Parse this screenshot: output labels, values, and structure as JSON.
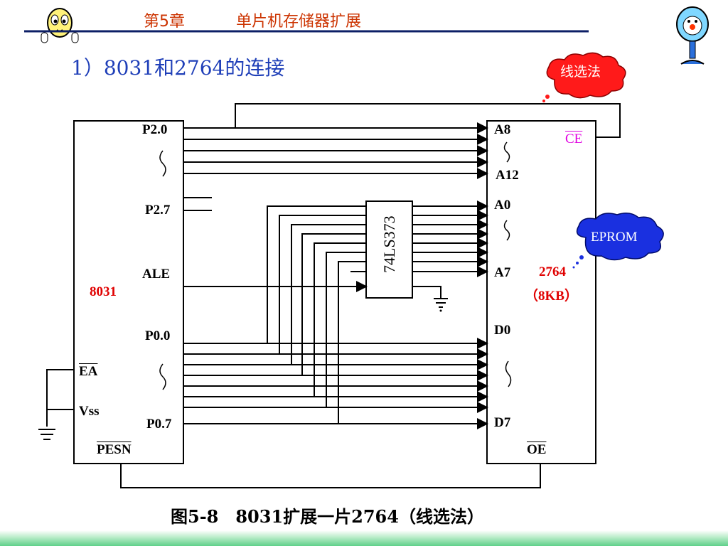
{
  "header": {
    "chapter": "第5章",
    "section": "单片机存储器扩展"
  },
  "slide_title": "1）8031和2764的连接",
  "callouts": {
    "line_select": "线选法",
    "eprom": "EPROM"
  },
  "chip_8031": {
    "name": "8031",
    "pins": {
      "p2_0": "P2.0",
      "p2_7": "P2.7",
      "ale": "ALE",
      "p0_0": "P0.0",
      "p0_7": "P0.7",
      "ea": "EA",
      "vss": "Vss",
      "psen": "PESN"
    }
  },
  "latch": {
    "name": "74LS373"
  },
  "chip_2764": {
    "name": "2764",
    "capacity": "（8KB）",
    "pins": {
      "a8": "A8",
      "a12": "A12",
      "a0": "A0",
      "a7": "A7",
      "d0": "D0",
      "d7": "D7",
      "ce": "CE",
      "oe": "OE"
    }
  },
  "caption": "图5-8　8031扩展一片2764（线选法）",
  "colors": {
    "header_red": "#cc3300",
    "title_blue": "#1f3fb8",
    "label_red": "#e00000",
    "ce_magenta": "#e000e0",
    "cloud_red": "#ff1a1a",
    "cloud_blue": "#1a30e0"
  }
}
